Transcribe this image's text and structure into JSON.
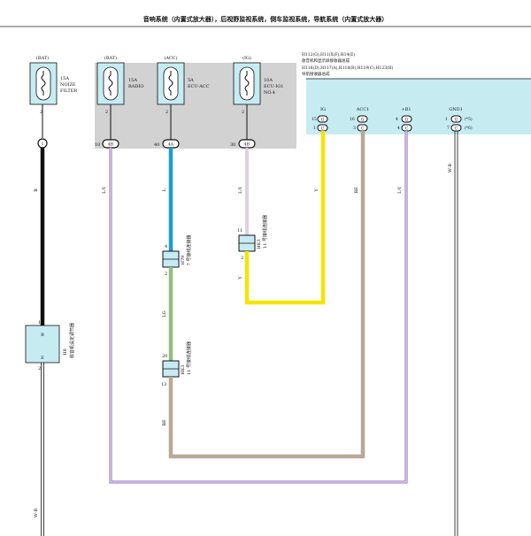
{
  "header": {
    "title": "音响系统（内置式放大器），后视野监视系统，倒车监视系统，导航系统（内置式放大器）"
  },
  "left_fuse": {
    "source": "(BAT)",
    "rating": "15A",
    "name_line1": "NOIZE",
    "name_line2": "FILTER",
    "pin": "2"
  },
  "junction_top": "1",
  "fuse_box": {
    "fuses": [
      {
        "source": "(BAT)",
        "rating": "15A",
        "name_line1": "RADIO",
        "name_line2": "",
        "pin": "2",
        "conn_num": "10",
        "conn_code": "4B"
      },
      {
        "source": "(ACC)",
        "rating": "5A",
        "name_line1": "ECU-ACC",
        "name_line2": "",
        "pin": "2",
        "conn_num": "40",
        "conn_code": "4A"
      },
      {
        "source": "(IG)",
        "rating": "10A",
        "name_line1": "ECU-IG1",
        "name_line2": "NO.4",
        "pin": "2",
        "conn_num": "30",
        "conn_code": "4B"
      }
    ]
  },
  "receiver": {
    "line1": "H112(G),H11(X(F),H14(E)",
    "line2": "收音机和显示屏接收器总成",
    "line3": "H116(D),H117(A),H118(B),H119(C),H123(H)",
    "line4": "导航接收器总成",
    "terminals": [
      {
        "name": "IG",
        "top_num": "15",
        "top_code": "G",
        "bot_num": "1",
        "bot_code": "C"
      },
      {
        "name": "ACC1",
        "top_num": "16",
        "top_code": "G",
        "bot_num": "3",
        "bot_code": "C"
      },
      {
        "name": "+B1",
        "top_num": "4",
        "top_code": "G",
        "bot_num": "4",
        "bot_code": "C"
      },
      {
        "name": "GND1",
        "top_num": "1",
        "top_code": "G",
        "bot_num": "7",
        "bot_code": "C"
      }
    ],
    "gnd_note1": "(*5)",
    "gnd_note2": "(*6)"
  },
  "wire_colors": {
    "bat_black": "B",
    "radio": "L-Y",
    "acc_blue": "L",
    "ig": "L-Y",
    "ig_yellow": "Y",
    "acc_tan": "BE",
    "b1": "L-Y",
    "gnd": "W-B",
    "lg": "LG",
    "be_bottom": "BE",
    "left_bottom": "W-B"
  },
  "connectors": {
    "j7": {
      "pin_top": "4",
      "pin_bot": "2",
      "code": "H79",
      "desc": "7 号接线连接器"
    },
    "j11_ig": {
      "pin_top": "11",
      "pin_bot": "2",
      "code": "HK3",
      "desc": "11 号接线连接器"
    },
    "j11_lg": {
      "pin_top": "20",
      "pin_bot": "13",
      "code": "HK3",
      "desc": "11 号接线连接器"
    }
  },
  "noise_filter": {
    "pin_top": "1",
    "pin_mid": "B",
    "pin_low": "E",
    "pin_bot": "2",
    "code": "H8",
    "desc": "收音机设定调节器"
  },
  "colors": {
    "grey_box": "#d2d2d2",
    "fuse_fill": "#c6ecf2",
    "black": "#111111",
    "blue": "#1a9fc9",
    "green": "#8ec07c",
    "yellow": "#f5e400",
    "tan": "#b8a898",
    "purple": "#8c68b8",
    "lavender": "#b5a5cc"
  }
}
